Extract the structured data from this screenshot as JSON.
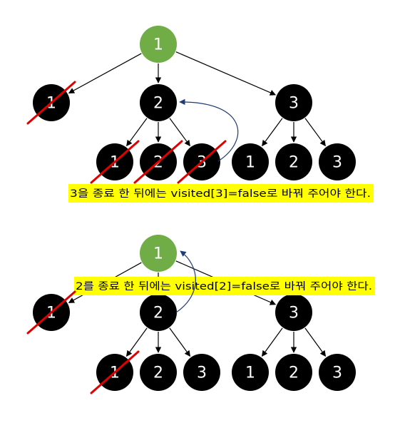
{
  "colors": {
    "root_fill": "#70ad47",
    "node_fill": "#000000",
    "label_color": "#ffffff",
    "edge_color": "#000000",
    "backtrack_arrow_color": "#1f3a77",
    "cross_out_color": "#e00000",
    "highlight_color": "#ffff00"
  },
  "diagrams": [
    {
      "nodes": [
        {
          "id": "r",
          "label": "1",
          "root": true,
          "crossed": false
        },
        {
          "id": "a",
          "label": "1",
          "root": false,
          "crossed": true
        },
        {
          "id": "b",
          "label": "2",
          "root": false,
          "crossed": false
        },
        {
          "id": "c",
          "label": "3",
          "root": false,
          "crossed": false
        },
        {
          "id": "b1",
          "label": "1",
          "root": false,
          "crossed": true
        },
        {
          "id": "b2",
          "label": "2",
          "root": false,
          "crossed": true
        },
        {
          "id": "b3",
          "label": "3",
          "root": false,
          "crossed": true
        },
        {
          "id": "c1",
          "label": "1",
          "root": false,
          "crossed": false
        },
        {
          "id": "c2",
          "label": "2",
          "root": false,
          "crossed": false
        },
        {
          "id": "c3",
          "label": "3",
          "root": false,
          "crossed": false
        }
      ],
      "edges": [
        [
          "r",
          "a"
        ],
        [
          "r",
          "b"
        ],
        [
          "r",
          "c"
        ],
        [
          "b",
          "b1"
        ],
        [
          "b",
          "b2"
        ],
        [
          "b",
          "b3"
        ],
        [
          "c",
          "c1"
        ],
        [
          "c",
          "c2"
        ],
        [
          "c",
          "c3"
        ]
      ],
      "backtrack": {
        "from": "b3",
        "to": "b"
      },
      "note": "3을 종료 한 뒤에는 visited[3]=false로 바꿔 주어야 한다."
    },
    {
      "nodes": [
        {
          "id": "r",
          "label": "1",
          "root": true,
          "crossed": false
        },
        {
          "id": "a",
          "label": "1",
          "root": false,
          "crossed": true
        },
        {
          "id": "b",
          "label": "2",
          "root": false,
          "crossed": false
        },
        {
          "id": "c",
          "label": "3",
          "root": false,
          "crossed": false
        },
        {
          "id": "b1",
          "label": "1",
          "root": false,
          "crossed": true
        },
        {
          "id": "b2",
          "label": "2",
          "root": false,
          "crossed": false
        },
        {
          "id": "b3",
          "label": "3",
          "root": false,
          "crossed": false
        },
        {
          "id": "c1",
          "label": "1",
          "root": false,
          "crossed": false
        },
        {
          "id": "c2",
          "label": "2",
          "root": false,
          "crossed": false
        },
        {
          "id": "c3",
          "label": "3",
          "root": false,
          "crossed": false
        }
      ],
      "edges": [
        [
          "r",
          "a"
        ],
        [
          "r",
          "b"
        ],
        [
          "r",
          "c"
        ],
        [
          "b",
          "b1"
        ],
        [
          "b",
          "b2"
        ],
        [
          "b",
          "b3"
        ],
        [
          "c",
          "c1"
        ],
        [
          "c",
          "c2"
        ],
        [
          "c",
          "c3"
        ]
      ],
      "backtrack": {
        "from": "b",
        "to": "r"
      },
      "note": "2를 종료 한 뒤에는 visited[2]=false로 바꿔 주어야 한다."
    }
  ]
}
